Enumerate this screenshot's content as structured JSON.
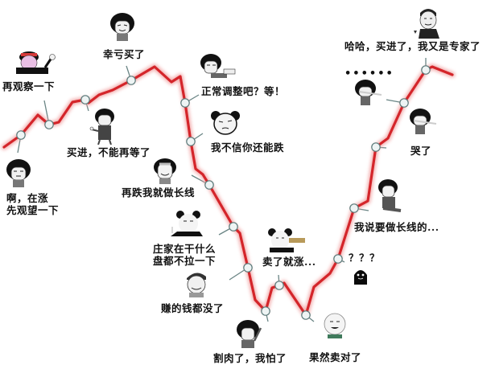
{
  "chart_data": {
    "type": "line",
    "title": "",
    "xlabel": "",
    "ylabel": "",
    "grid": false,
    "line_color": "#d4252a",
    "marker_fill": "#eef4f4",
    "marker_stroke": "#5a7a7a",
    "path_points": [
      [
        5,
        183
      ],
      [
        26,
        168
      ],
      [
        47,
        143
      ],
      [
        61,
        155
      ],
      [
        73,
        152
      ],
      [
        90,
        127
      ],
      [
        106,
        124
      ],
      [
        110,
        128
      ],
      [
        123,
        118
      ],
      [
        140,
        112
      ],
      [
        163,
        100
      ],
      [
        192,
        83
      ],
      [
        213,
        102
      ],
      [
        224,
        95
      ],
      [
        230,
        128
      ],
      [
        237,
        176
      ],
      [
        243,
        210
      ],
      [
        252,
        217
      ],
      [
        260,
        230
      ],
      [
        290,
        282
      ],
      [
        298,
        290
      ],
      [
        308,
        333
      ],
      [
        317,
        373
      ],
      [
        330,
        387
      ],
      [
        338,
        358
      ],
      [
        347,
        355
      ],
      [
        353,
        352
      ],
      [
        380,
        392
      ],
      [
        390,
        357
      ],
      [
        410,
        340
      ],
      [
        420,
        322
      ],
      [
        440,
        259
      ],
      [
        457,
        250
      ],
      [
        467,
        183
      ],
      [
        482,
        172
      ],
      [
        502,
        128
      ],
      [
        529,
        87
      ],
      [
        537,
        83
      ],
      [
        562,
        93
      ]
    ],
    "annotations": [
      {
        "id": "a1",
        "text": "啊，在涨\n先观望一下",
        "point": [
          26,
          168
        ]
      },
      {
        "id": "a2",
        "text": "再观察一下",
        "point": [
          61,
          155
        ]
      },
      {
        "id": "a3",
        "text": "买进，不能再等了",
        "point": [
          106,
          124
        ]
      },
      {
        "id": "a4",
        "text": "幸亏买了",
        "point": [
          163,
          100
        ]
      },
      {
        "id": "a5",
        "text": "正常调整吧？等！",
        "point": [
          230,
          128
        ]
      },
      {
        "id": "a6",
        "text": "我不信你还能跌",
        "point": [
          237,
          176
        ]
      },
      {
        "id": "a7",
        "text": "再跌我就做长线",
        "point": [
          260,
          230
        ]
      },
      {
        "id": "a8",
        "text": "庄家在干什么\n盘都不拉一下",
        "point": [
          290,
          282
        ]
      },
      {
        "id": "a9",
        "text": "赚的钱都没了",
        "point": [
          308,
          333
        ]
      },
      {
        "id": "a10",
        "text": "割肉了，我怕了",
        "point": [
          330,
          387
        ]
      },
      {
        "id": "a11",
        "text": "卖了就涨...",
        "point": [
          347,
          355
        ]
      },
      {
        "id": "a12",
        "text": "果然卖对了",
        "point": [
          380,
          392
        ]
      },
      {
        "id": "a13",
        "text": "？？？",
        "point": [
          420,
          322
        ]
      },
      {
        "id": "a14",
        "text": "我说要做长线的...",
        "point": [
          440,
          259
        ]
      },
      {
        "id": "a15",
        "text": "哭了",
        "point": [
          467,
          183
        ]
      },
      {
        "id": "a16",
        "text": "......",
        "point": [
          502,
          128
        ]
      },
      {
        "id": "a17",
        "text": "哈哈，买进了，我又是专家了",
        "point": [
          529,
          87
        ]
      }
    ]
  },
  "labels": {
    "l1a": "啊，在涨",
    "l1b": "先观望一下",
    "l2": "再观察一下",
    "l3": "买进，不能再等了",
    "l4": "幸亏买了",
    "l5": "正常调整吧？等！",
    "l6": "我不信你还能跌",
    "l7": "再跌我就做长线",
    "l8a": "庄家在干什么",
    "l8b": "盘都不拉一下",
    "l9": "赚的钱都没了",
    "l10": "割肉了，我怕了",
    "l11": "卖了就涨...",
    "l12": "果然卖对了",
    "l13": "？？？",
    "l14": "我说要做长线的...",
    "l15": "哭了",
    "l16": "••••••",
    "l17": "哈哈，买进了，我又是专家了"
  },
  "icons": {
    "mushroom_face": "meme-bowlcut-face",
    "panda_face": "meme-panda-face",
    "bald_face": "meme-round-face",
    "shadow_face": "meme-black-blob-face",
    "suited_man": "meme-suited-man"
  }
}
